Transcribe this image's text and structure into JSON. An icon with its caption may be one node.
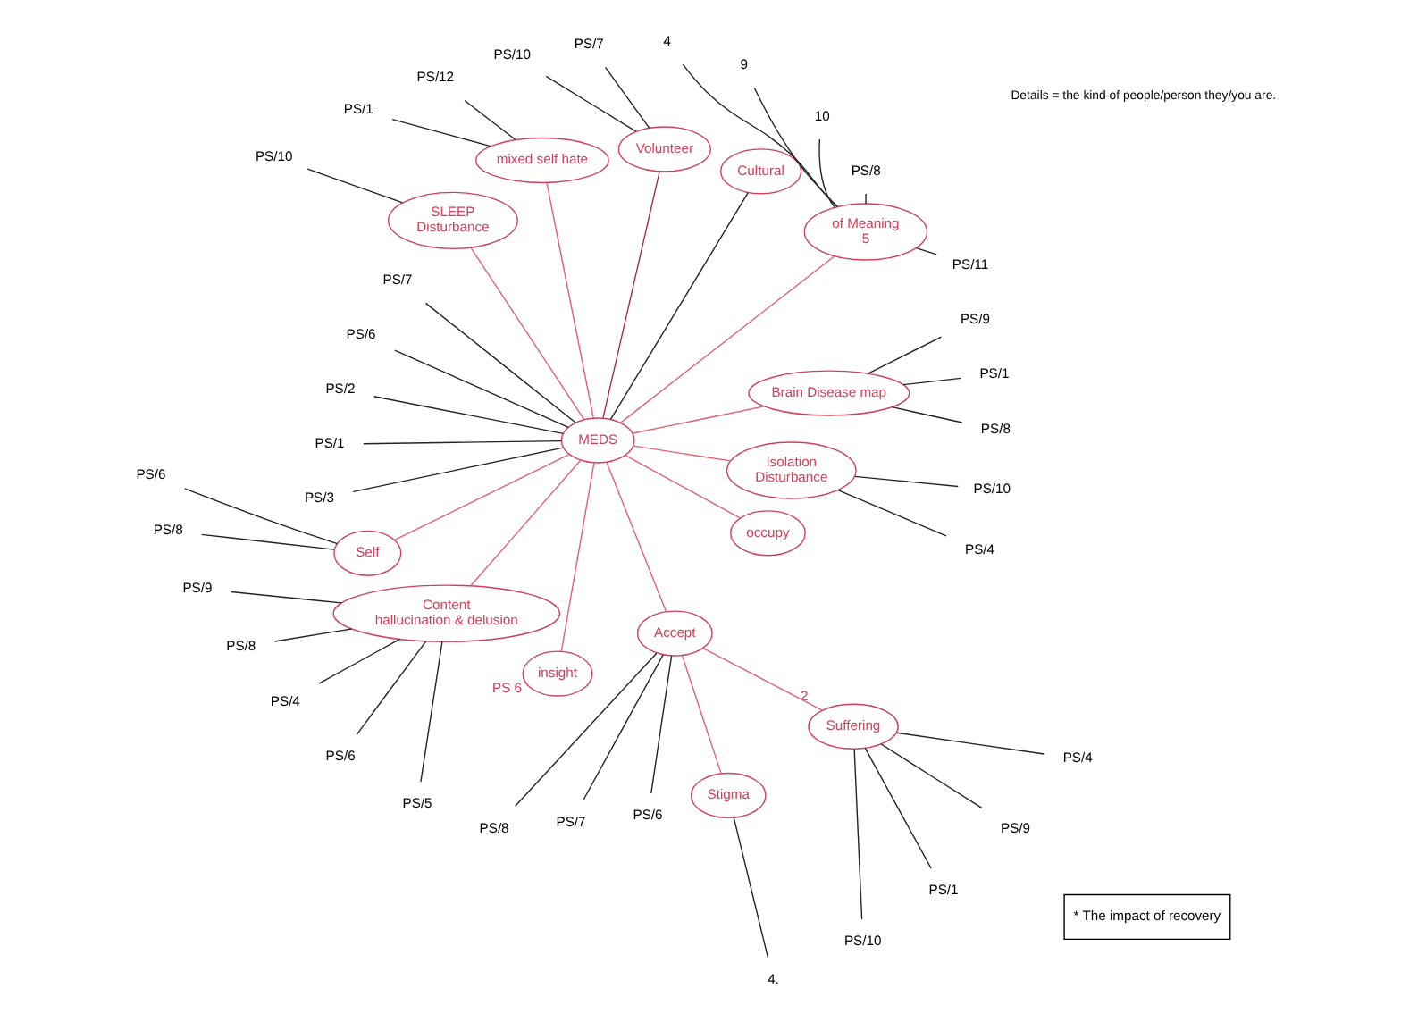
{
  "diagram": {
    "nodes": [
      {
        "text": [
          "MEDS"
        ]
      },
      {
        "text": [
          "Brain Disease map"
        ]
      },
      {
        "text": [
          "PS/8"
        ]
      },
      {
        "text": [
          "PS/1"
        ]
      },
      {
        "text": [
          "PS/9"
        ]
      },
      {
        "text": [
          "of Meaning",
          "5"
        ]
      },
      {
        "text": [
          "PS/11"
        ]
      },
      {
        "text": [
          "PS/8"
        ]
      },
      {
        "text": [
          "10"
        ]
      },
      {
        "text": [
          "9"
        ]
      },
      {
        "text": [
          "4"
        ]
      },
      {
        "text": [
          "Cultural"
        ]
      },
      {
        "text": [
          "Volunteer"
        ]
      },
      {
        "text": [
          "PS/7"
        ]
      },
      {
        "text": [
          "PS/10"
        ]
      },
      {
        "text": [
          "mixed self hate"
        ]
      },
      {
        "text": [
          "PS/12"
        ]
      },
      {
        "text": [
          "PS/1"
        ]
      },
      {
        "text": [
          "SLEEP",
          "Disturbance"
        ]
      },
      {
        "text": [
          "PS/10"
        ]
      },
      {
        "text": [
          "PS/7"
        ]
      },
      {
        "text": [
          "PS/6"
        ]
      },
      {
        "text": [
          "PS/2"
        ]
      },
      {
        "text": [
          "PS/1"
        ]
      },
      {
        "text": [
          "PS/3"
        ]
      },
      {
        "text": [
          "Self"
        ]
      },
      {
        "text": [
          "PS/6"
        ]
      },
      {
        "text": [
          "PS/8"
        ]
      },
      {
        "text": [
          "Suffering"
        ],
        "beside": [
          "2"
        ]
      },
      {
        "text": [
          "PS/10"
        ]
      },
      {
        "text": [
          "PS/1"
        ]
      },
      {
        "text": [
          "PS/9"
        ]
      },
      {
        "text": [
          "PS/4"
        ]
      },
      {
        "text": [
          "Content",
          "hallucination & delusion"
        ]
      },
      {
        "text": [
          "PS/9"
        ]
      },
      {
        "text": [
          "PS/8"
        ]
      },
      {
        "text": [
          "PS/4"
        ]
      },
      {
        "text": [
          "PS/6"
        ]
      },
      {
        "text": [
          "PS/5"
        ]
      },
      {
        "text": [
          "insight"
        ],
        "beside": [
          "PS 6"
        ]
      },
      {
        "text": [
          "Accept"
        ]
      },
      {
        "text": [
          "PS/8"
        ]
      },
      {
        "text": [
          "PS/7"
        ]
      },
      {
        "text": [
          "PS/6"
        ]
      },
      {
        "text": [
          "Stigma"
        ]
      },
      {
        "text": [
          "4."
        ]
      },
      {
        "text": [
          "occupy"
        ]
      },
      {
        "text": [
          "Isolation",
          "Disturbance"
        ]
      },
      {
        "text": [
          "PS/4"
        ]
      },
      {
        "text": [
          "PS/10"
        ]
      },
      {
        "text": [
          "* The impact of recovery"
        ]
      }
    ],
    "edges": [
      {
        "from": 0,
        "to": 1,
        "arrow": "none",
        "color": "#e06070"
      },
      {
        "from": 1,
        "to": 2,
        "arrow": "none"
      },
      {
        "from": 1,
        "to": 3,
        "arrow": "none"
      },
      {
        "from": 1,
        "to": 4,
        "arrow": "none"
      },
      {
        "from": 0,
        "to": 5,
        "arrow": "none",
        "color": "#e06070"
      },
      {
        "from": 5,
        "to": 6,
        "arrow": "none"
      },
      {
        "from": 5,
        "to": 7,
        "arrow": "none"
      },
      {
        "from": 5,
        "to": 8,
        "arrow": "none"
      },
      {
        "from": 5,
        "to": 9,
        "arrow": "none"
      },
      {
        "from": 5,
        "to": 10,
        "arrow": "none"
      },
      {
        "from": 0,
        "to": 11,
        "arrow": "none"
      },
      {
        "from": 0,
        "to": 12,
        "arrow": "none",
        "color": "#a03040"
      },
      {
        "from": 12,
        "to": 13,
        "arrow": "none"
      },
      {
        "from": 12,
        "to": 14,
        "arrow": "none"
      },
      {
        "from": 0,
        "to": 15,
        "arrow": "none",
        "color": "#e06070"
      },
      {
        "from": 15,
        "to": 16,
        "arrow": "none"
      },
      {
        "from": 15,
        "to": 17,
        "arrow": "none"
      },
      {
        "from": 0,
        "to": 18,
        "arrow": "none",
        "color": "#e06070"
      },
      {
        "from": 18,
        "to": 19,
        "arrow": "none"
      },
      {
        "from": 0,
        "to": 20,
        "arrow": "none"
      },
      {
        "from": 0,
        "to": 21,
        "arrow": "none"
      },
      {
        "from": 0,
        "to": 22,
        "arrow": "none"
      },
      {
        "from": 0,
        "to": 23,
        "arrow": "none"
      },
      {
        "from": 0,
        "to": 24,
        "arrow": "none"
      },
      {
        "from": 0,
        "to": 25,
        "arrow": "none",
        "color": "#e06070"
      },
      {
        "from": 25,
        "to": 26,
        "arrow": "none"
      },
      {
        "from": 25,
        "to": 27,
        "arrow": "none"
      },
      {
        "from": 28,
        "to": 29,
        "arrow": "none"
      },
      {
        "from": 28,
        "to": 30,
        "arrow": "none"
      },
      {
        "from": 28,
        "to": 31,
        "arrow": "none"
      },
      {
        "from": 28,
        "to": 32,
        "arrow": "none"
      },
      {
        "from": 0,
        "to": 33,
        "arrow": "none",
        "color": "#e06070"
      },
      {
        "from": 33,
        "to": 34,
        "arrow": "none"
      },
      {
        "from": 33,
        "to": 35,
        "arrow": "none"
      },
      {
        "from": 33,
        "to": 36,
        "arrow": "none"
      },
      {
        "from": 33,
        "to": 37,
        "arrow": "none"
      },
      {
        "from": 33,
        "to": 38,
        "arrow": "none"
      },
      {
        "from": 0,
        "to": 39,
        "arrow": "none",
        "color": "#e06070"
      },
      {
        "from": 0,
        "to": 40,
        "arrow": "none",
        "color": "#e06070"
      },
      {
        "from": 28,
        "to": 40,
        "arrow": "none",
        "color": "#e06070"
      },
      {
        "from": 40,
        "to": 41,
        "arrow": "none"
      },
      {
        "from": 40,
        "to": 42,
        "arrow": "none"
      },
      {
        "from": 40,
        "to": 43,
        "arrow": "none"
      },
      {
        "from": 40,
        "to": 44,
        "arrow": "none",
        "color": "#e06070"
      },
      {
        "from": 44,
        "to": 45,
        "arrow": "none"
      },
      {
        "from": 0,
        "to": 46,
        "arrow": "none",
        "color": "#e06070"
      },
      {
        "from": 0,
        "to": 47,
        "arrow": "none",
        "color": "#e06070"
      },
      {
        "from": 47,
        "to": 48,
        "arrow": "none"
      },
      {
        "from": 47,
        "to": 49,
        "arrow": "none"
      }
    ],
    "labels": [
      "Details = the kind of people/person they/you are."
    ]
  }
}
